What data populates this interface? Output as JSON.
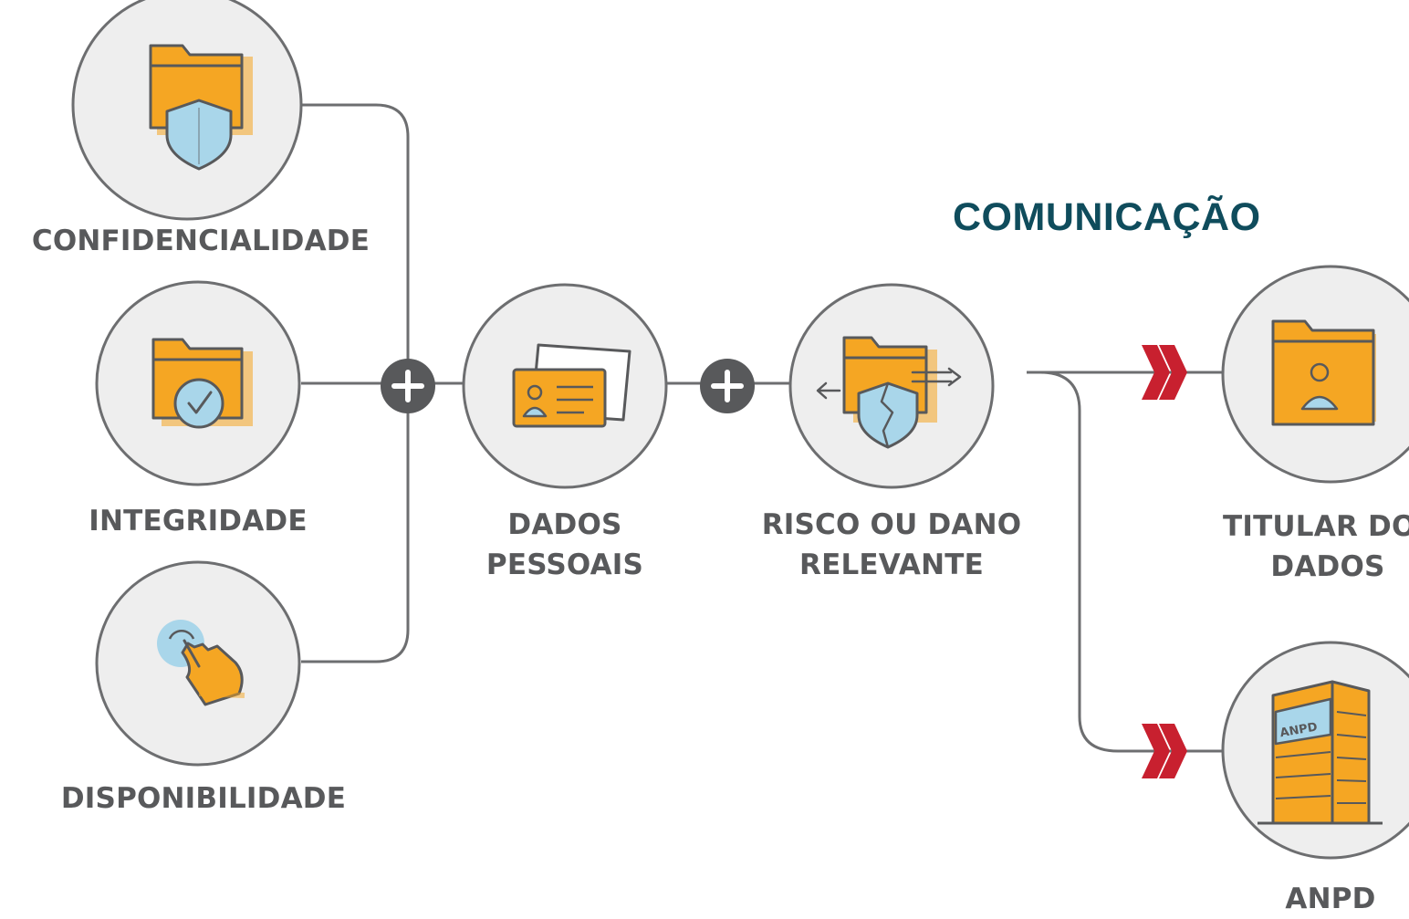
{
  "heading": "COMUNICAÇÃO",
  "labels": {
    "confidencialidade": "CONFIDENCIALIDADE",
    "integridade": "INTEGRIDADE",
    "disponibilidade": "DISPONIBILIDADE",
    "dados_pessoais": [
      "DADOS",
      "PESSOAIS"
    ],
    "risco": [
      "RISCO OU DANO",
      "RELEVANTE"
    ],
    "titular": [
      "TITULAR DOS",
      "DADOS"
    ],
    "anpd": "ANPD"
  },
  "building_sign": "ANPD",
  "icons": [
    "folder-shield-icon",
    "folder-check-icon",
    "touch-hand-icon",
    "id-card-icon",
    "folder-broken-shield-icon",
    "folder-person-icon",
    "building-icon",
    "plus-icon",
    "double-chevron-icon"
  ],
  "colors": {
    "orange": "#f5a623",
    "light_blue": "#a9d6ea",
    "line": "#58595b",
    "circle_fill": "#eeeeee",
    "circle_stroke": "#6d6e70",
    "plus_fill": "#58595b",
    "arrow_red": "#c8202f",
    "heading": "#0f4c5c"
  }
}
